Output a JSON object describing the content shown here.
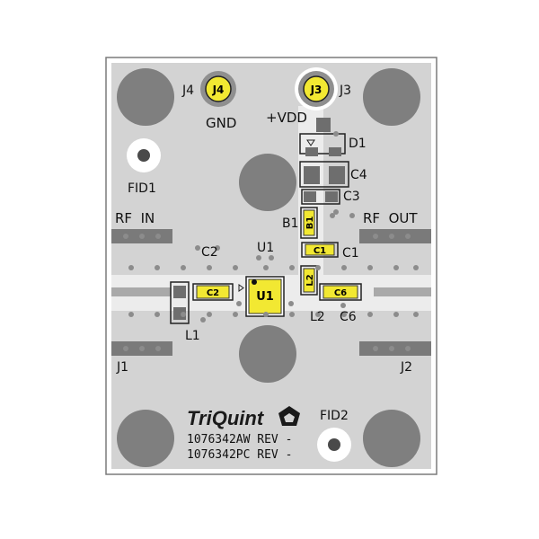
{
  "labels": {
    "j4": "J4",
    "j4_pad": "J4",
    "gnd": "GND",
    "j3": "J3",
    "j3_pad": "J3",
    "vdd": "+VDD",
    "d1": "D1",
    "c4": "C4",
    "c3": "C3",
    "fid1": "FID1",
    "rf_in": "RF  IN",
    "rf_out": "RF  OUT",
    "b1": "B1",
    "b1_comp": "B1",
    "u1_top": "U1",
    "c2_top": "C2",
    "c1_right": "C1",
    "c1_comp": "C1",
    "c2_comp": "C2",
    "u1_chip": "U1",
    "l2_comp": "L2",
    "c6_comp": "C6",
    "l2_lbl": "L2",
    "c6_lbl": "C6",
    "l1": "L1",
    "j1": "J1",
    "j2": "J2",
    "brand": "TriQuint",
    "fid2": "FID2",
    "part1": "1076342AW REV -",
    "part2": "1076342PC REV -"
  },
  "colors": {
    "board": "#d3d3d3",
    "frame": "#7a7a7a",
    "plated_hole": "#7f7f7f",
    "pad_yellow": "#f2e832",
    "pad_outline": "#3a3a3a",
    "trace": "#ececec",
    "via": "#8c8c8c",
    "dark_pad": "#6e6e6e",
    "brand_mark": "#1a1a1a"
  },
  "icons": {
    "logo": "pentagon-logo-icon"
  }
}
